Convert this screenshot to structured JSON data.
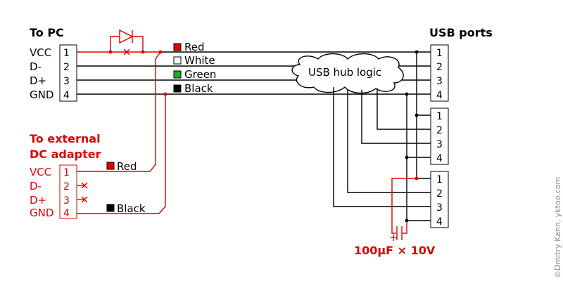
{
  "pc": {
    "title": "To PC",
    "signals": [
      "VCC",
      "D-",
      "D+",
      "GND"
    ],
    "pins": [
      "1",
      "2",
      "3",
      "4"
    ]
  },
  "wires": {
    "labels": [
      "Red",
      "White",
      "Green",
      "Black"
    ],
    "colors": [
      "#e00000",
      "#ffffff",
      "#22aa22",
      "#000000"
    ]
  },
  "adapter": {
    "title_line1": "To external",
    "title_line2": "DC adapter",
    "signals": [
      "VCC",
      "D-",
      "D+",
      "GND"
    ],
    "pins": [
      "1",
      "2",
      "3",
      "4"
    ],
    "red_label": "Red",
    "black_label": "Black"
  },
  "hub": {
    "label": "USB hub logic"
  },
  "ports": {
    "title": "USB ports",
    "pins": [
      "1",
      "2",
      "3",
      "4"
    ]
  },
  "capacitor": {
    "label": "100µF × 10V",
    "plus": "+"
  },
  "credit": "©Dmitry Kann, yktoo.com",
  "colors": {
    "red": "#e00000",
    "black": "#000000"
  }
}
